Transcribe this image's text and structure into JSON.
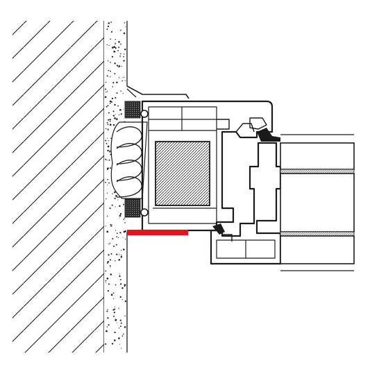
{
  "colors": {
    "background": "#ffffff",
    "line": "#1a1a1a",
    "hatch": "#1a1a1a",
    "plaster_fill": "#ffffff",
    "plaster_dots": "#222222",
    "seal_tape": "#2b2b2b",
    "insulation_fill": "#ffffff",
    "frame_fill": "#ffffff",
    "reinforcement_hatch": "#333333",
    "glass_fill": "#dcdcdc",
    "sill_flashing": "#e3141d"
  },
  "icons": {
    "masonry": "diagonal-hatch",
    "plaster": "stipple",
    "insulation": "foam-coil",
    "reinforcement": "steel-hatch",
    "seal": "pre-compressed-tape",
    "flashing": "red-strip"
  }
}
